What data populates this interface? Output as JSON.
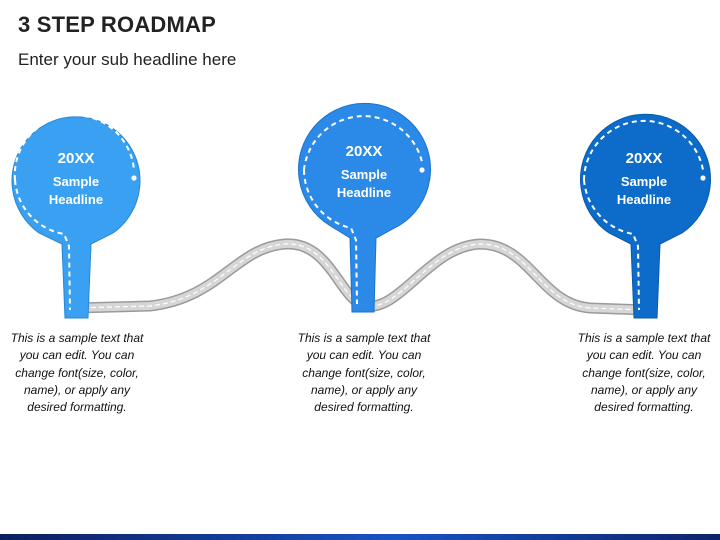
{
  "header": {
    "title": "3 STEP ROADMAP",
    "subtitle": "Enter your sub headline here"
  },
  "steps": [
    {
      "year": "20XX",
      "headline_line1": "Sample",
      "headline_line2": "Headline",
      "color": "#3aa1f2",
      "description": "This is a sample text that you can edit. You can change font(size, color, name), or apply any desired formatting."
    },
    {
      "year": "20XX",
      "headline_line1": "Sample",
      "headline_line2": "Headline",
      "color": "#2b8ae8",
      "description": "This is a sample text that you can edit. You can change font(size, color, name), or apply any desired formatting."
    },
    {
      "year": "20XX",
      "headline_line1": "Sample",
      "headline_line2": "Headline",
      "color": "#0d6cc9",
      "description": "This is a sample text that you can edit. You can change font(size, color, name), or apply any desired formatting."
    }
  ]
}
